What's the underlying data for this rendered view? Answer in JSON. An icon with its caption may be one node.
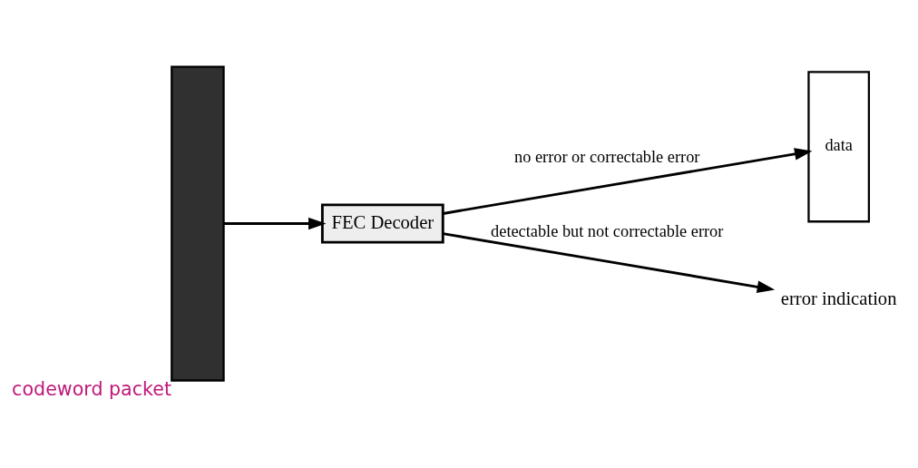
{
  "diagram": {
    "nodes": [
      {
        "text": [],
        "shape": "box",
        "beside": [
          "codeword packet"
        ]
      },
      {
        "text": [
          "FEC Decoder"
        ]
      },
      {
        "text": [
          "data"
        ]
      },
      {
        "text": [
          "error indication"
        ]
      }
    ],
    "edges": [
      {
        "from": 0,
        "to": 1,
        "arrow": "to"
      },
      {
        "from": 1,
        "to": 2,
        "arrow": "to",
        "label": "no error or correctable error"
      },
      {
        "from": 1,
        "to": 3,
        "arrow": "to",
        "label": "detectable but not correctable error"
      }
    ]
  }
}
